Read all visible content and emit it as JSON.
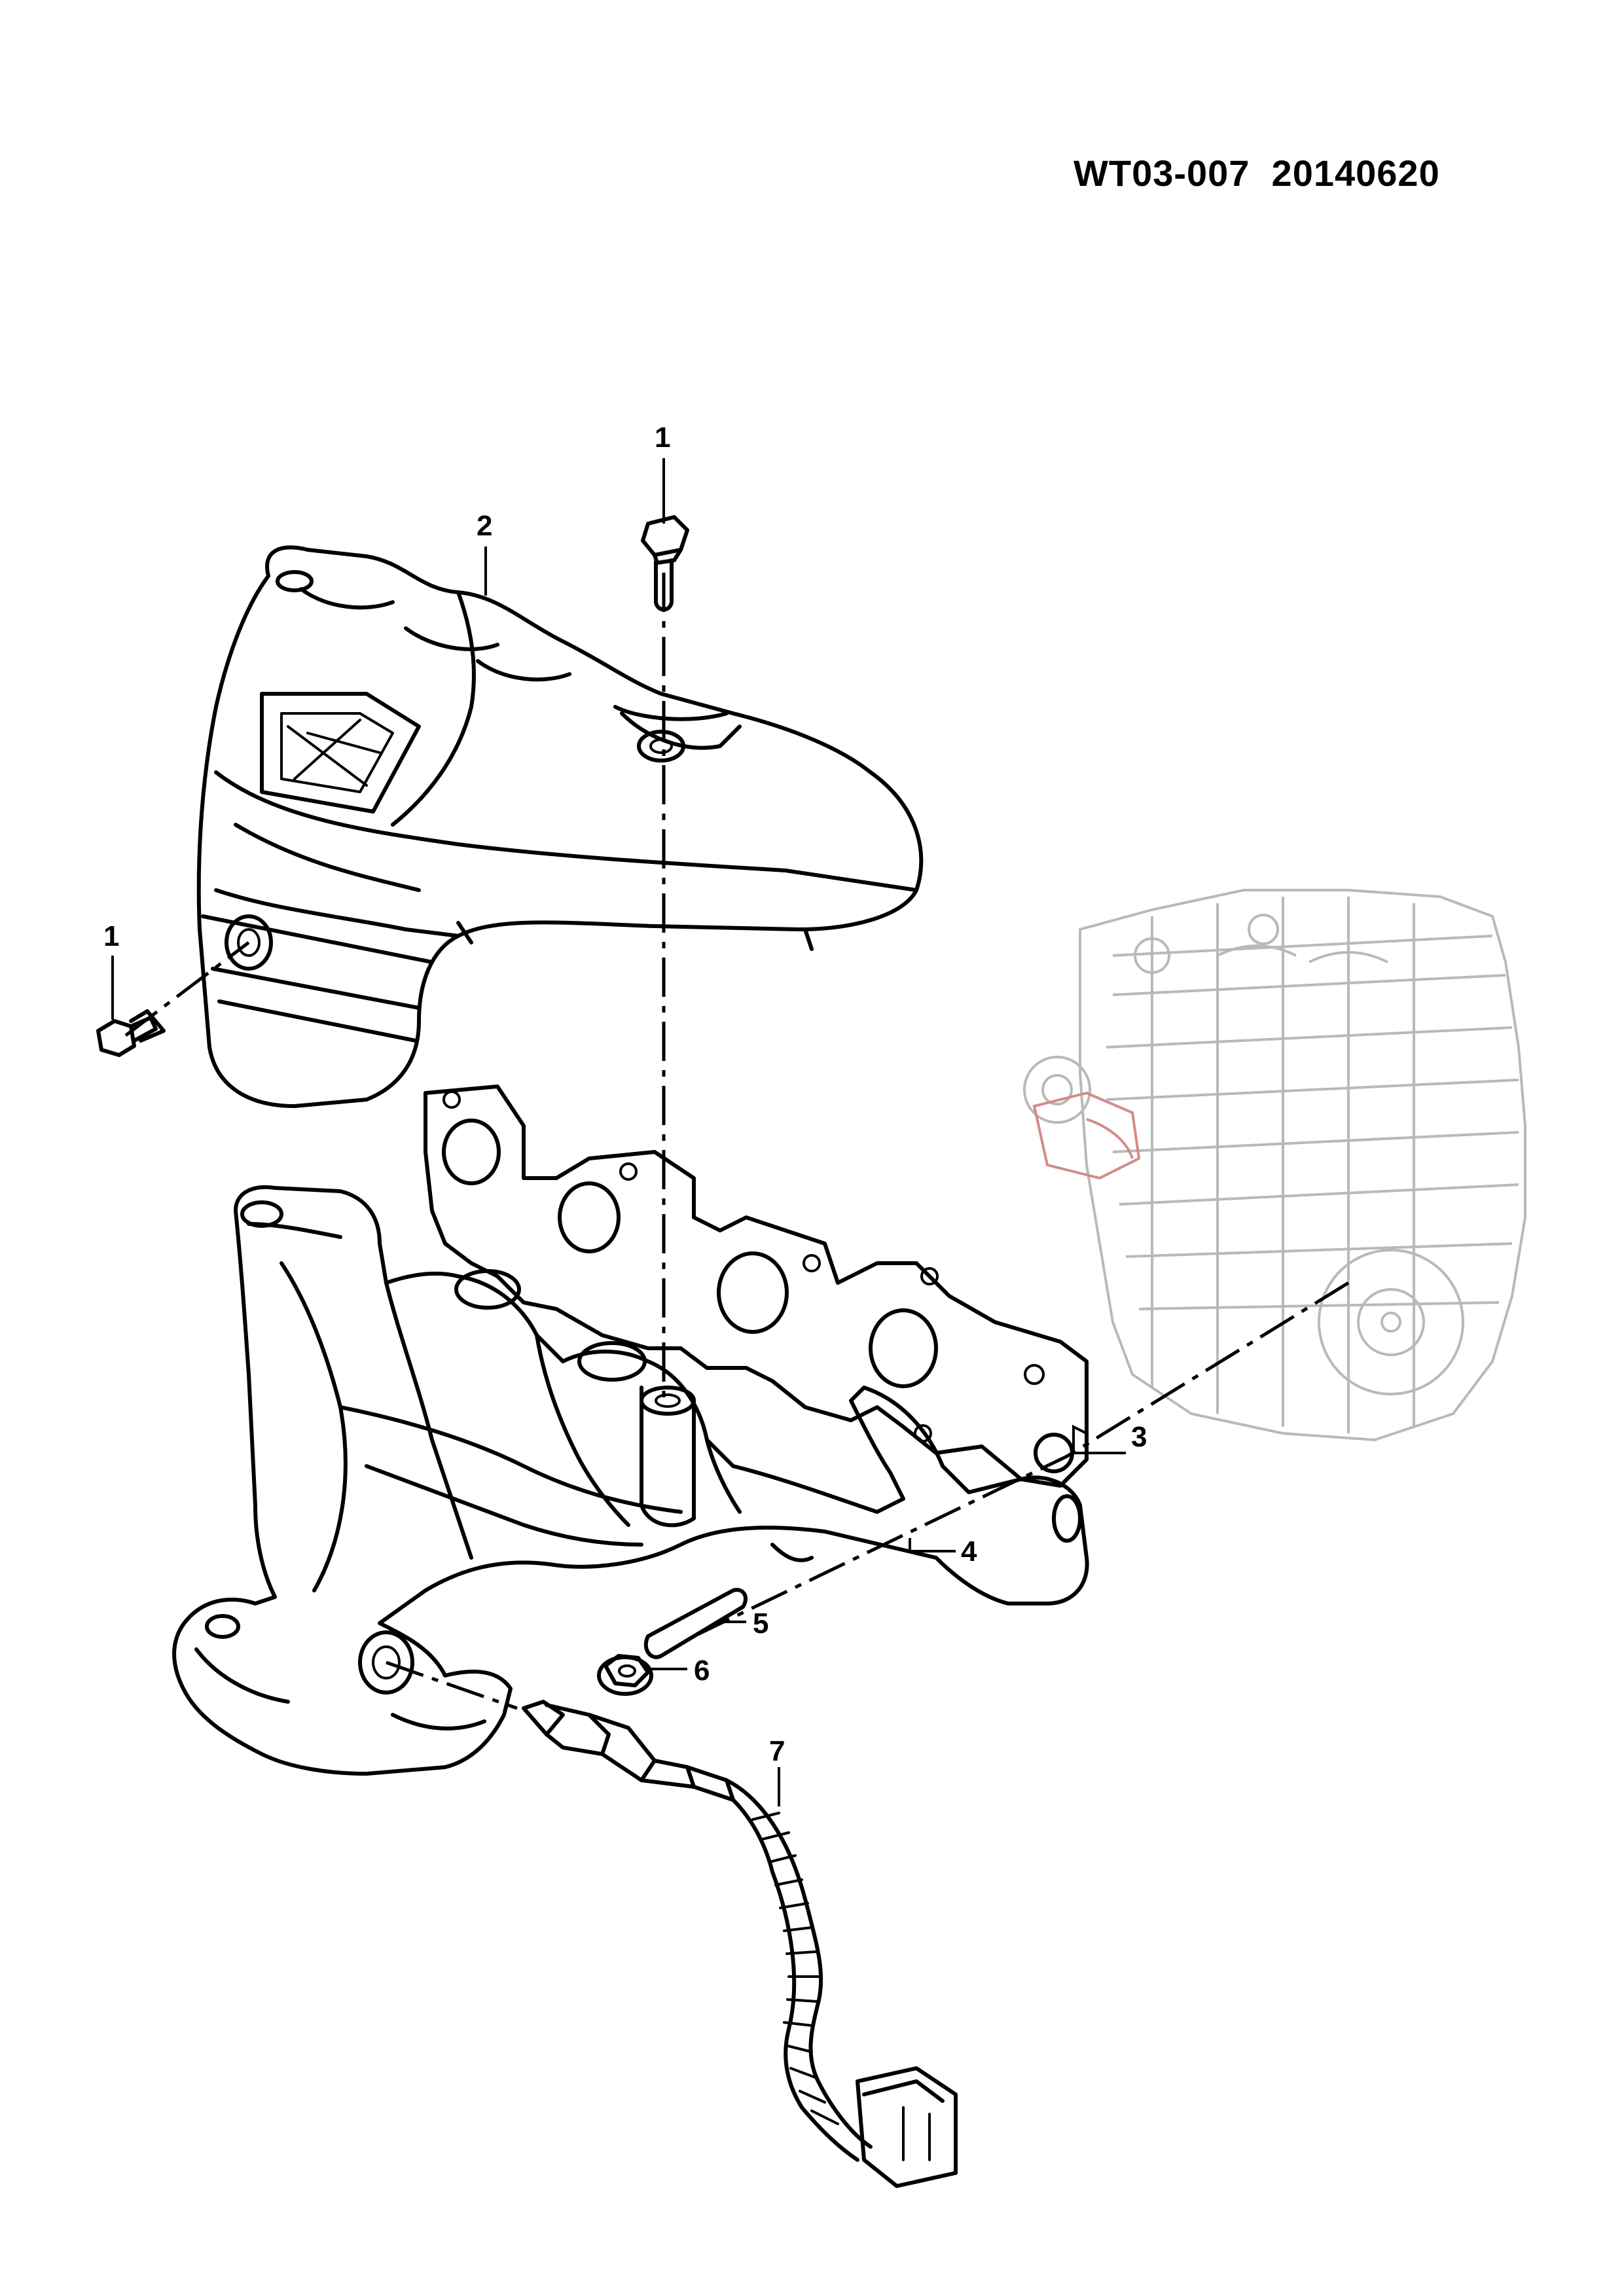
{
  "document": {
    "code": "WT03-007  20140620"
  },
  "callouts": [
    {
      "id": "c1a",
      "label": "1"
    },
    {
      "id": "c1b",
      "label": "1"
    },
    {
      "id": "c2",
      "label": "2"
    },
    {
      "id": "c3",
      "label": "3"
    },
    {
      "id": "c4",
      "label": "4"
    },
    {
      "id": "c5",
      "label": "5"
    },
    {
      "id": "c6",
      "label": "6"
    },
    {
      "id": "c7",
      "label": "7"
    }
  ],
  "colors": {
    "line": "#000000",
    "engine_reference": "#b9b9b9",
    "engine_highlight": "#d48a8a",
    "background": "#ffffff"
  }
}
